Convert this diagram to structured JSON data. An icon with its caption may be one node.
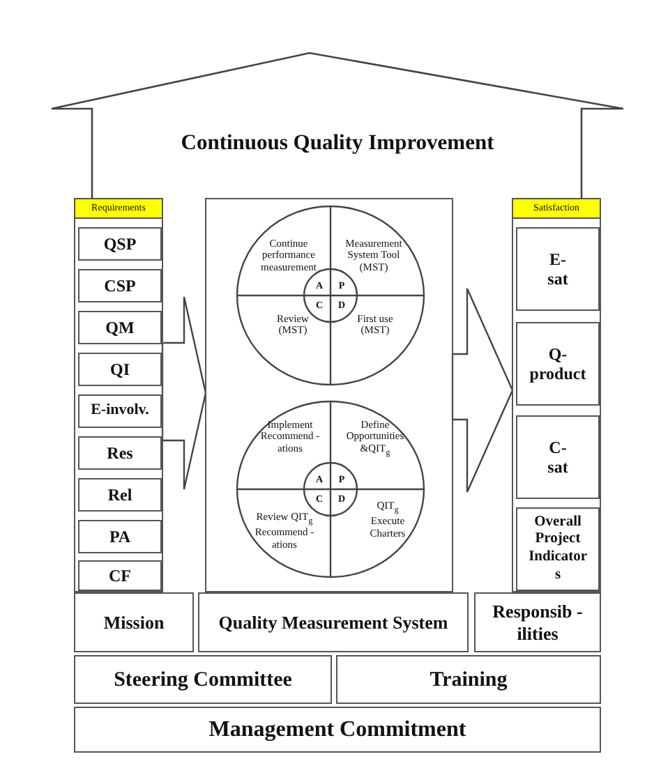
{
  "diagram": {
    "nodes": [
      {
        "text": [
          "Continuous Quality Improvement"
        ]
      },
      {
        "text": [
          "Requirements"
        ]
      },
      {
        "text": [
          "QSP"
        ],
        "in": 1
      },
      {
        "text": [
          "CSP"
        ],
        "in": 1
      },
      {
        "text": [
          "QM"
        ],
        "in": 1
      },
      {
        "text": [
          "QI"
        ],
        "in": 1
      },
      {
        "text": [
          "E-involv."
        ],
        "in": 1
      },
      {
        "text": [
          "Res"
        ],
        "in": 1
      },
      {
        "text": [
          "Rel"
        ],
        "in": 1
      },
      {
        "text": [
          "PA"
        ],
        "in": 1
      },
      {
        "text": [
          "CF"
        ],
        "in": 1
      },
      {
        "text": [],
        "shape": "box"
      },
      {
        "text": [
          "Continue performance measurement",
          "Measurement System Tool (MST)",
          "Review (MST)",
          "First use (MST)"
        ],
        "in": 11
      },
      {
        "text": [
          "A",
          "P",
          "C",
          "D"
        ],
        "in": 12
      },
      {
        "text": [
          "Implement Recommend -ations",
          "Define Opportunities &QIT$_{g}$",
          "Review QIT$_{g}$ Recommend -ations",
          "QIT$_{g}$ Execute Charters"
        ],
        "in": 11
      },
      {
        "text": [
          "A",
          "P",
          "C",
          "D"
        ],
        "in": 14
      },
      {
        "text": [
          "Satisfaction"
        ]
      },
      {
        "text": [
          "E- sat"
        ],
        "in": 16
      },
      {
        "text": [
          "Q- product"
        ],
        "in": 16
      },
      {
        "text": [
          "C- sat"
        ],
        "in": 16
      },
      {
        "text": [
          "Overall Project Indicator s"
        ],
        "in": 16
      },
      {
        "text": [
          "Mission"
        ]
      },
      {
        "text": [
          "Quality Measurement System"
        ]
      },
      {
        "text": [
          "Responsib -ilities"
        ]
      },
      {
        "text": [
          "Steering Committee"
        ]
      },
      {
        "text": [
          "Training"
        ]
      },
      {
        "text": [
          "Management Commitment"
        ]
      }
    ],
    "edges": [
      {
        "from": 1,
        "to": 11,
        "arrow": "to"
      },
      {
        "from": 11,
        "to": 16,
        "arrow": "to"
      }
    ]
  }
}
